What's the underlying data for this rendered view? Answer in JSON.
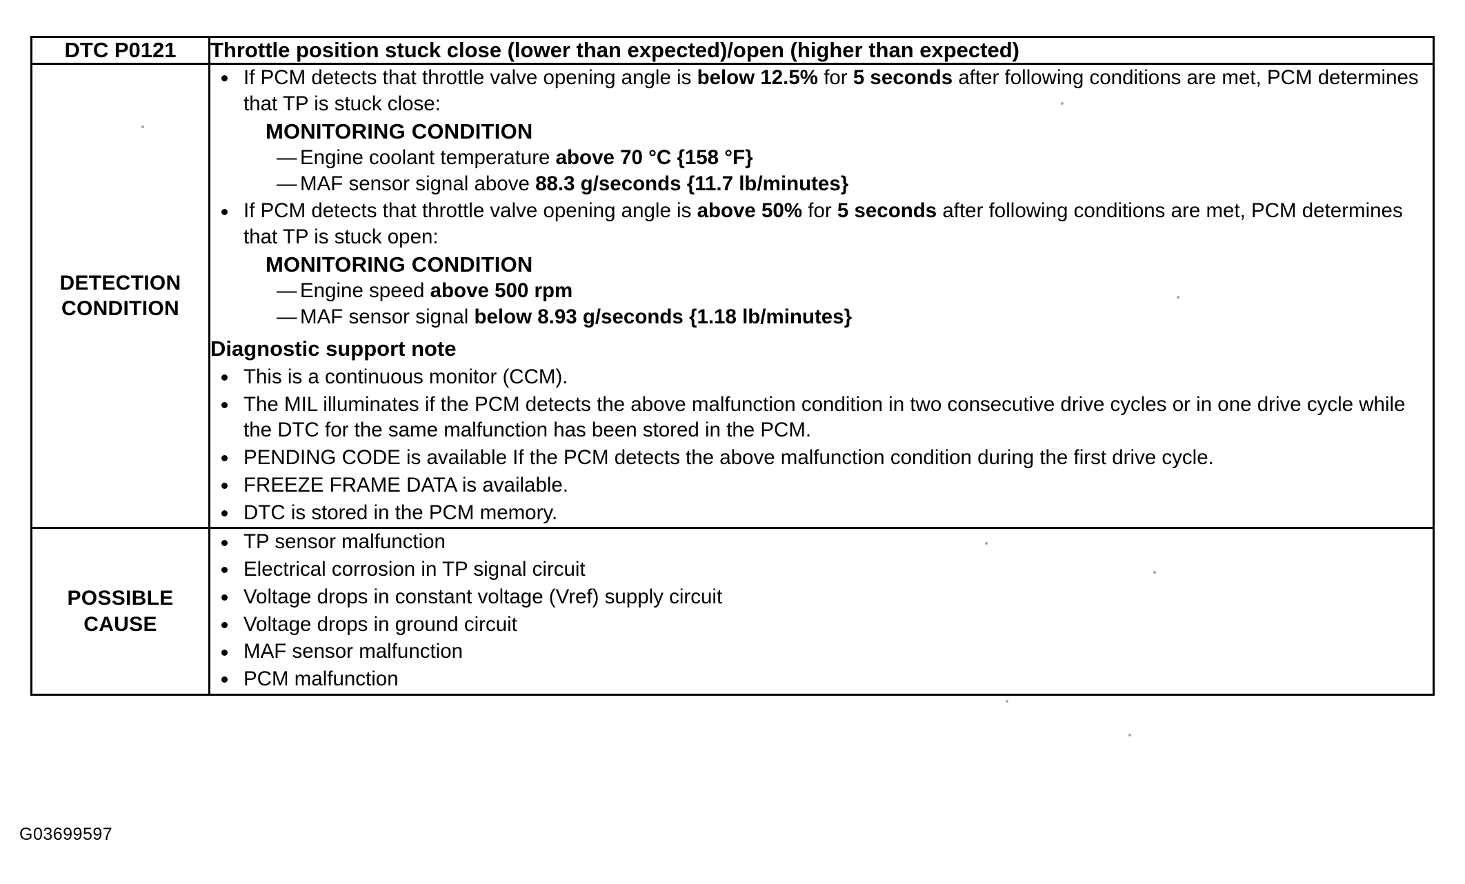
{
  "document": {
    "footer_code": "G03699597"
  },
  "table": {
    "header": {
      "code_label": "DTC P0121",
      "title": "Throttle position stuck close (lower than expected)/open (higher than expected)"
    },
    "rows": [
      {
        "label_lines": [
          "DETECTION",
          "CONDITION"
        ],
        "bullets": [
          {
            "text_before": "If PCM detects that throttle valve opening angle is ",
            "bold_1": "below 12.5%",
            "text_mid": " for ",
            "bold_2": "5 seconds",
            "text_after": " after following conditions are met, PCM determines that TP is stuck close:",
            "monitoring_heading": "MONITORING CONDITION",
            "conditions": [
              {
                "prefix": "Engine coolant temperature ",
                "bold": "above 70 °C {158 °F}",
                "suffix": ""
              },
              {
                "prefix": "MAF sensor signal above ",
                "bold": "88.3 g/seconds {11.7 lb/minutes}",
                "suffix": ""
              }
            ]
          },
          {
            "text_before": "If PCM detects that throttle valve opening angle is ",
            "bold_1": "above 50%",
            "text_mid": " for ",
            "bold_2": "5 seconds",
            "text_after": " after following conditions are met, PCM determines that TP is stuck open:",
            "monitoring_heading": "MONITORING CONDITION",
            "conditions": [
              {
                "prefix": "Engine speed ",
                "bold": "above 500 rpm",
                "suffix": ""
              },
              {
                "prefix": "MAF sensor signal ",
                "bold": "below 8.93 g/seconds {1.18 lb/minutes}",
                "suffix": ""
              }
            ]
          }
        ],
        "note_heading": "Diagnostic support note",
        "notes": [
          "This is a continuous monitor (CCM).",
          "The MIL illuminates if the PCM detects the above malfunction condition in two consecutive drive cycles or in one drive cycle while the DTC for the same malfunction has been stored in the PCM.",
          "PENDING CODE is available If the PCM detects the above malfunction condition during the first drive cycle.",
          "FREEZE FRAME DATA is available.",
          "DTC is stored in the PCM memory."
        ]
      },
      {
        "label_lines": [
          "POSSIBLE",
          "CAUSE"
        ],
        "causes": [
          "TP sensor malfunction",
          "Electrical corrosion in TP signal circuit",
          "Voltage drops in constant voltage (Vref) supply circuit",
          "Voltage drops in ground circuit",
          "MAF sensor malfunction",
          "PCM malfunction"
        ]
      }
    ]
  }
}
